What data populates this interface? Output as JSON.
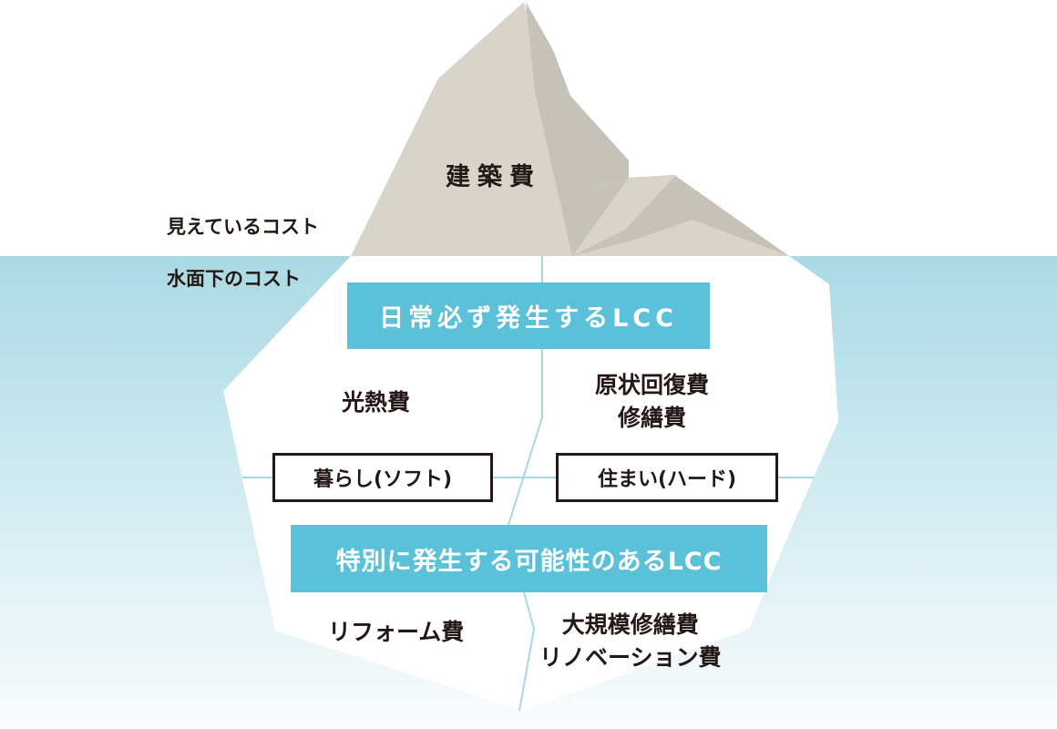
{
  "colors": {
    "water_top": "#aadae5",
    "water_bottom": "#fafcfd",
    "iceberg_peak_light": "#d9d4ca",
    "iceberg_peak_shadow": "#c6c2b8",
    "iceberg_underwater": "#ffffff",
    "banner": "#5bc1d9",
    "divider_line": "#a6d8e4",
    "text": "#231815"
  },
  "above_water": {
    "label": "見えているコスト",
    "peak_label": "建築費"
  },
  "below_water": {
    "label": "水面下のコスト",
    "daily_lcc": {
      "title": "日常必ず発生するLCC",
      "left": {
        "items": [
          "光熱費"
        ],
        "category": "暮らし(ソフト)"
      },
      "right": {
        "items": [
          "原状回復費",
          "修繕費"
        ],
        "category": "住まい(ハード)"
      }
    },
    "special_lcc": {
      "title": "特別に発生する可能性のあるLCC",
      "left": {
        "items": [
          "リフォーム費"
        ]
      },
      "right": {
        "items": [
          "大規模修繕費",
          "リノベーション費"
        ]
      }
    }
  }
}
